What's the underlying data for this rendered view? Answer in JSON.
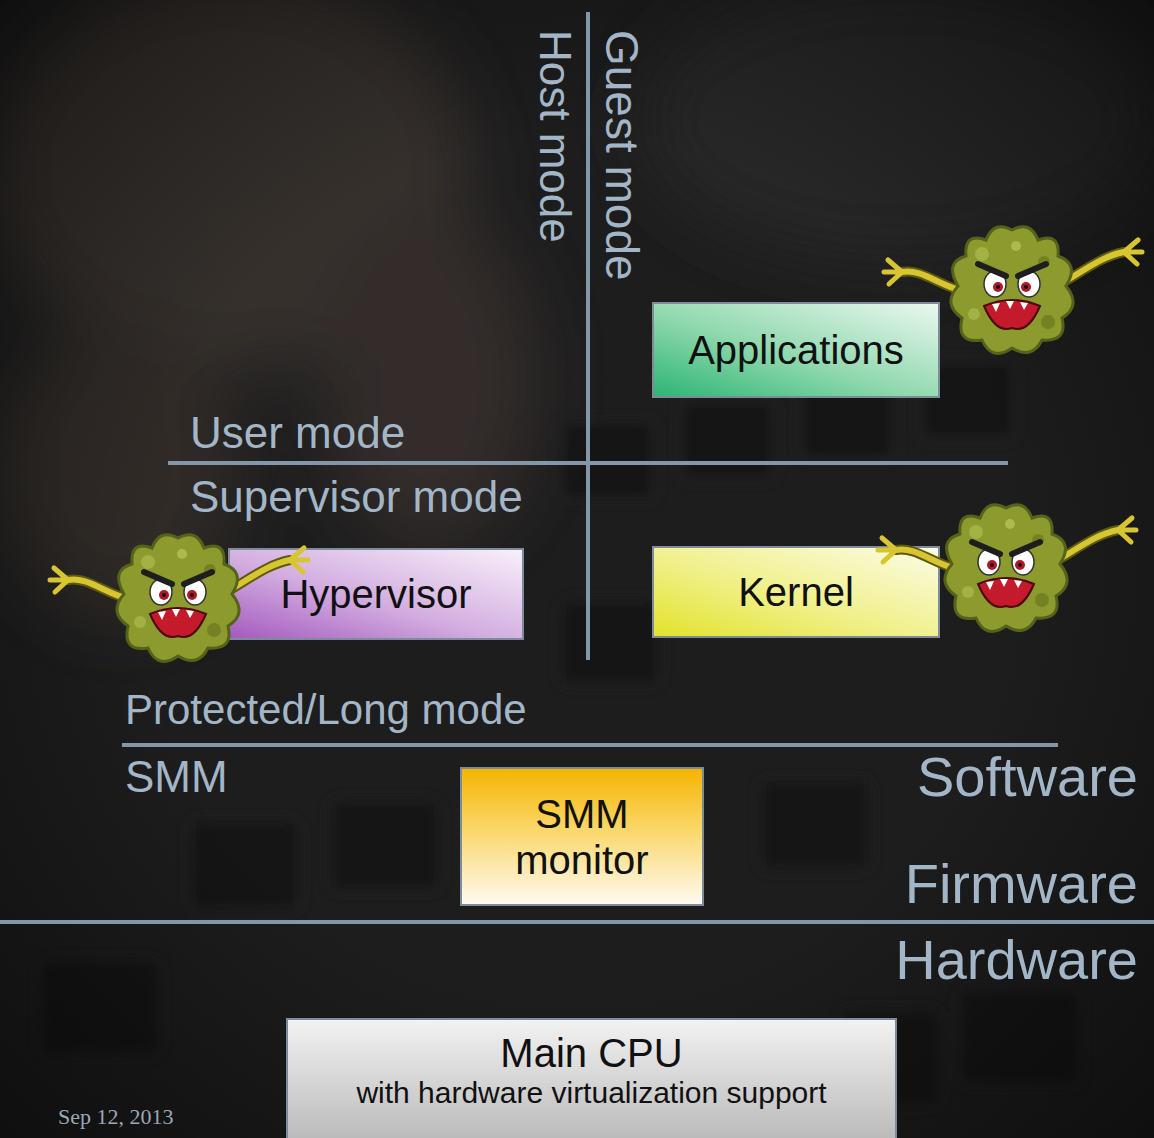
{
  "diagram": {
    "nodes": [
      {
        "text": [
          "Applications"
        ]
      },
      {
        "text": [
          "Hypervisor"
        ]
      },
      {
        "text": [
          "Kernel"
        ]
      },
      {
        "text": [
          "SMM monitor"
        ]
      },
      {
        "text": [
          "Main CPU",
          "with hardware virtualization support"
        ]
      }
    ],
    "labels": [
      "Host mode",
      "Guest mode",
      "User mode",
      "Supervisor mode",
      "Protected/Long mode",
      "SMM",
      "Software",
      "Firmware",
      "Hardware",
      "Sep 12, 2013"
    ]
  }
}
